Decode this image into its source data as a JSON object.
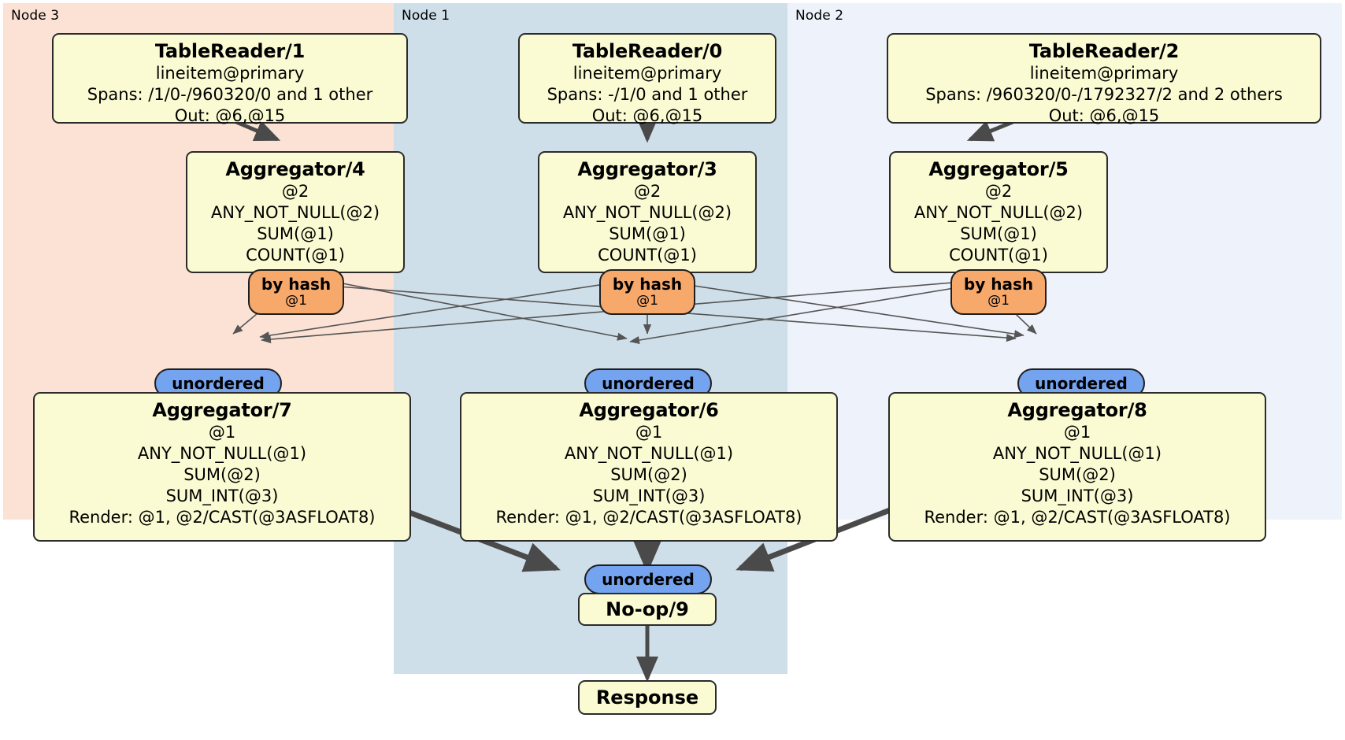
{
  "diagram": {
    "type": "distributed-query-plan",
    "colors": {
      "node3_bg": "#fbe2d5",
      "node1_bg": "#cfdfe9",
      "node2_bg": "#eef2fb",
      "box_fill": "#fbfbd3",
      "box_stroke": "#2b2b2b",
      "hash_pill": "#f7a96c",
      "unordered_pill": "#74a3ef",
      "edge_thin": "#555555",
      "edge_thick": "#4a4a4a"
    }
  },
  "panels": [
    {
      "id": "node3",
      "label": "Node 3"
    },
    {
      "id": "node1",
      "label": "Node 1"
    },
    {
      "id": "node2",
      "label": "Node 2"
    }
  ],
  "readers": {
    "left": {
      "title": "TableReader/1",
      "lines": [
        "lineitem@primary",
        "Spans: /1/0-/960320/0 and 1 other",
        "Out: @6,@15"
      ]
    },
    "center": {
      "title": "TableReader/0",
      "lines": [
        "lineitem@primary",
        "Spans: -/1/0 and 1 other",
        "Out: @6,@15"
      ]
    },
    "right": {
      "title": "TableReader/2",
      "lines": [
        "lineitem@primary",
        "Spans: /960320/0-/1792327/2 and 2 others",
        "Out: @6,@15"
      ]
    }
  },
  "stage1_aggregators": {
    "left": {
      "title": "Aggregator/4",
      "lines": [
        "@2",
        "ANY_NOT_NULL(@2)",
        "SUM(@1)",
        "COUNT(@1)"
      ]
    },
    "center": {
      "title": "Aggregator/3",
      "lines": [
        "@2",
        "ANY_NOT_NULL(@2)",
        "SUM(@1)",
        "COUNT(@1)"
      ]
    },
    "right": {
      "title": "Aggregator/5",
      "lines": [
        "@2",
        "ANY_NOT_NULL(@2)",
        "SUM(@1)",
        "COUNT(@1)"
      ]
    }
  },
  "hash_pills": {
    "left": {
      "label": "by hash",
      "column": "@1"
    },
    "center": {
      "label": "by hash",
      "column": "@1"
    },
    "right": {
      "label": "by hash",
      "column": "@1"
    }
  },
  "unordered_pills": {
    "left": "unordered",
    "center": "unordered",
    "right": "unordered",
    "final": "unordered"
  },
  "stage2_aggregators": {
    "left": {
      "title": "Aggregator/7",
      "lines": [
        "@1",
        "ANY_NOT_NULL(@1)",
        "SUM(@2)",
        "SUM_INT(@3)",
        "Render: @1, @2/CAST(@3ASFLOAT8)"
      ]
    },
    "center": {
      "title": "Aggregator/6",
      "lines": [
        "@1",
        "ANY_NOT_NULL(@1)",
        "SUM(@2)",
        "SUM_INT(@3)",
        "Render: @1, @2/CAST(@3ASFLOAT8)"
      ]
    },
    "right": {
      "title": "Aggregator/8",
      "lines": [
        "@1",
        "ANY_NOT_NULL(@1)",
        "SUM(@2)",
        "SUM_INT(@3)",
        "Render: @1, @2/CAST(@3ASFLOAT8)"
      ]
    }
  },
  "sinks": {
    "noop": "No-op/9",
    "response": "Response"
  }
}
